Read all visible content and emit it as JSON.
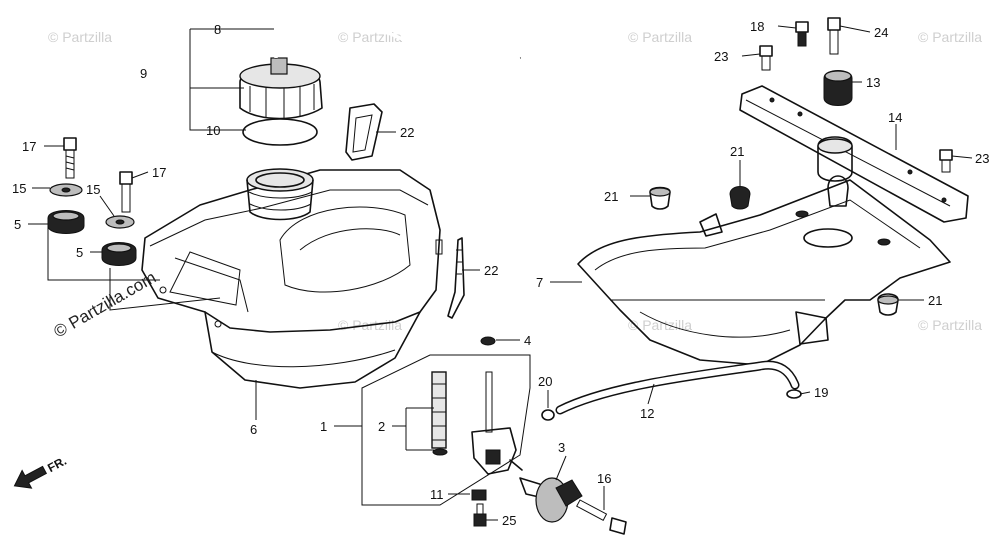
{
  "callouts": {
    "c1": "1",
    "c2": "2",
    "c3": "3",
    "c4": "4",
    "c5a": "5",
    "c5b": "5",
    "c6": "6",
    "c7": "7",
    "c8": "8",
    "c9": "9",
    "c10": "10",
    "c11": "11",
    "c12": "12",
    "c13": "13",
    "c14": "14",
    "c15a": "15",
    "c15b": "15",
    "c16": "16",
    "c17a": "17",
    "c17b": "17",
    "c18": "18",
    "c19": "19",
    "c20": "20",
    "c21a": "21",
    "c21b": "21",
    "c21c": "21",
    "c22a": "22",
    "c22b": "22",
    "c23a": "23",
    "c23b": "23",
    "c24": "24",
    "c25": "25"
  },
  "watermark": {
    "brand": "© Partzilla.com",
    "faint": "© Partzilla"
  },
  "direction": "FR."
}
